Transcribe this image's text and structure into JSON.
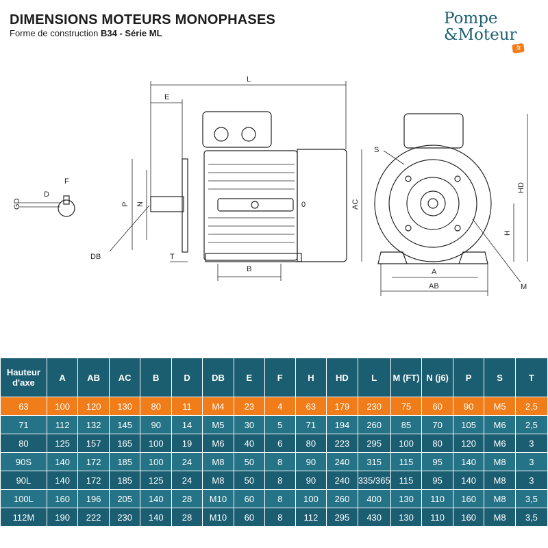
{
  "header": {
    "title": "DIMENSIONS MOTEURS MONOPHASES",
    "subtitle_prefix": "Forme de construction ",
    "subtitle_bold": "B34 - Série ML"
  },
  "logo": {
    "line1": "Pompe",
    "line2": "&Moteur",
    "badge": ".fr"
  },
  "drawing_labels": {
    "L": "L",
    "E": "E",
    "S": "S",
    "F": "F",
    "D": "D",
    "GD": "GD",
    "P": "P",
    "N": "N",
    "O": "0",
    "AC": "AC",
    "HD": "HD",
    "H": "H",
    "DB": "DB",
    "T": "T",
    "B": "B",
    "A": "A",
    "AB": "AB",
    "M": "M"
  },
  "table": {
    "headers": [
      "Hauteur d'axe",
      "A",
      "AB",
      "AC",
      "B",
      "D",
      "DB",
      "E",
      "F",
      "H",
      "HD",
      "L",
      "M (FT)",
      "N (j6)",
      "P",
      "S",
      "T"
    ],
    "rows": [
      [
        "63",
        "100",
        "120",
        "130",
        "80",
        "11",
        "M4",
        "23",
        "4",
        "63",
        "179",
        "230",
        "75",
        "60",
        "90",
        "M5",
        "2,5"
      ],
      [
        "71",
        "112",
        "132",
        "145",
        "90",
        "14",
        "M5",
        "30",
        "5",
        "71",
        "194",
        "260",
        "85",
        "70",
        "105",
        "M6",
        "2,5"
      ],
      [
        "80",
        "125",
        "157",
        "165",
        "100",
        "19",
        "M6",
        "40",
        "6",
        "80",
        "223",
        "295",
        "100",
        "80",
        "120",
        "M6",
        "3"
      ],
      [
        "90S",
        "140",
        "172",
        "185",
        "100",
        "24",
        "M8",
        "50",
        "8",
        "90",
        "240",
        "315",
        "115",
        "95",
        "140",
        "M8",
        "3"
      ],
      [
        "90L",
        "140",
        "172",
        "185",
        "125",
        "24",
        "M8",
        "50",
        "8",
        "90",
        "240",
        "335/365",
        "115",
        "95",
        "140",
        "M8",
        "3"
      ],
      [
        "100L",
        "160",
        "196",
        "205",
        "140",
        "28",
        "M10",
        "60",
        "8",
        "100",
        "260",
        "400",
        "130",
        "110",
        "160",
        "M8",
        "3,5"
      ],
      [
        "112M",
        "190",
        "222",
        "230",
        "140",
        "28",
        "M10",
        "60",
        "8",
        "112",
        "295",
        "430",
        "130",
        "110",
        "160",
        "M8",
        "3,5"
      ]
    ]
  },
  "colors": {
    "header_bg": "#1b5e72",
    "highlight_row": "#f07d1a",
    "row_dark": "#1b5e72",
    "row_mid": "#257386",
    "row_light": "#3a8a9d"
  }
}
